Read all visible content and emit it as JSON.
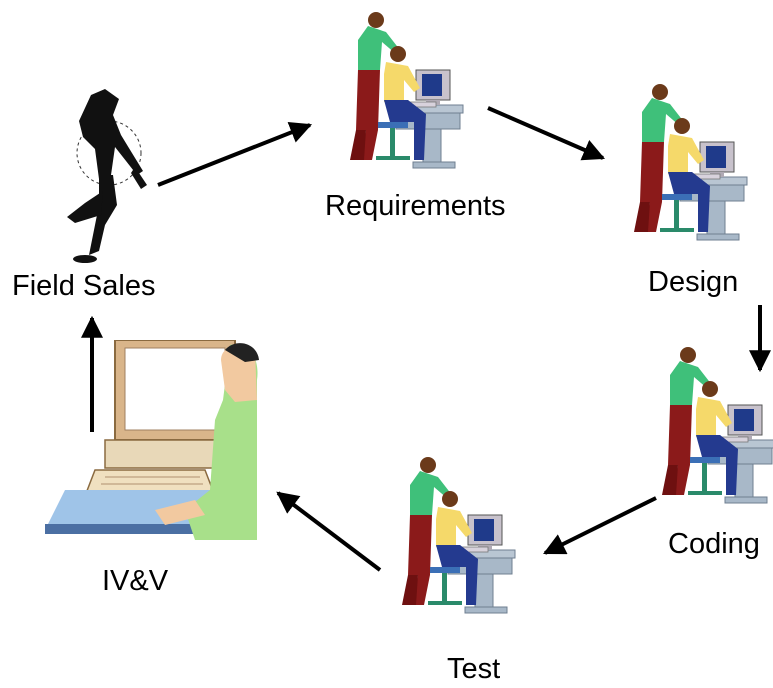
{
  "diagram": {
    "nodes": [
      {
        "id": "field_sales",
        "label": "Field Sales",
        "icon": "salesman-icon"
      },
      {
        "id": "requirements",
        "label": "Requirements",
        "icon": "workstation-team-icon"
      },
      {
        "id": "design",
        "label": "Design",
        "icon": "workstation-team-icon"
      },
      {
        "id": "coding",
        "label": "Coding",
        "icon": "workstation-team-icon"
      },
      {
        "id": "test",
        "label": "Test",
        "icon": "workstation-team-icon"
      },
      {
        "id": "ivv",
        "label": "IV&V",
        "icon": "computer-user-icon"
      }
    ],
    "edges": [
      {
        "from": "field_sales",
        "to": "requirements"
      },
      {
        "from": "requirements",
        "to": "design"
      },
      {
        "from": "design",
        "to": "coding"
      },
      {
        "from": "coding",
        "to": "test"
      },
      {
        "from": "test",
        "to": "ivv"
      },
      {
        "from": "ivv",
        "to": "field_sales"
      }
    ]
  }
}
